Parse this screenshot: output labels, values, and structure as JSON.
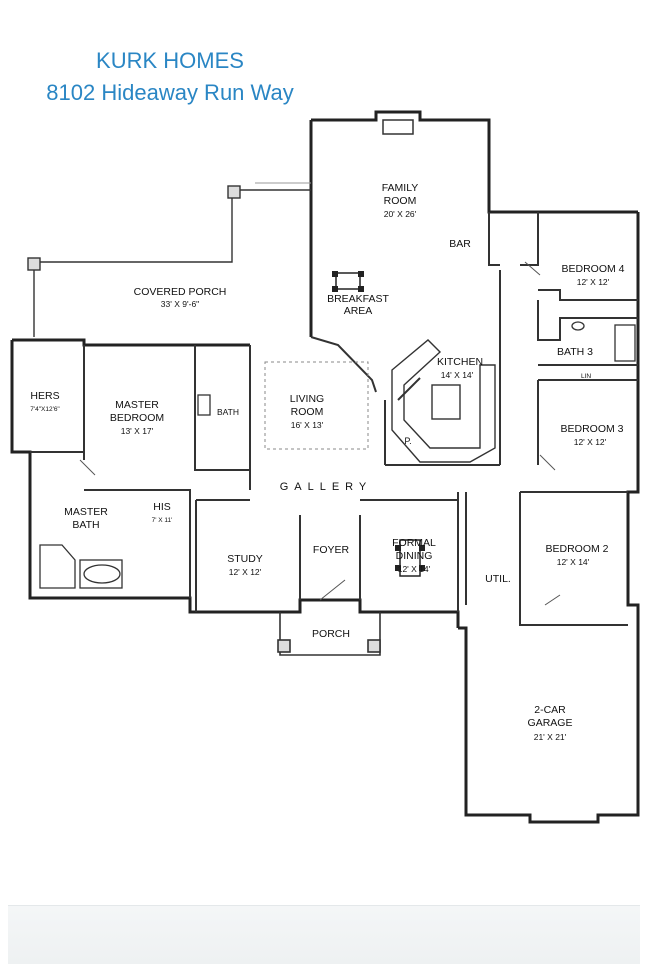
{
  "header": {
    "company": "KURK HOMES",
    "address": "8102 Hideaway Run Way"
  },
  "rooms": {
    "family": {
      "name1": "FAMILY",
      "name2": "ROOM",
      "dim": "20' X 26'"
    },
    "bar": "BAR",
    "bedroom4": {
      "name": "BEDROOM 4",
      "dim": "12' X 12'"
    },
    "covered_porch": {
      "name": "COVERED PORCH",
      "dim": "33' X 9'-6\""
    },
    "breakfast": {
      "name1": "BREAKFAST",
      "name2": "AREA"
    },
    "kitchen": {
      "name": "KITCHEN",
      "dim": "14' X 14'"
    },
    "bath3": "BATH 3",
    "lin": "LIN",
    "hers": {
      "name": "HERS",
      "dim": "7'4\"X12'6\""
    },
    "master_bedroom": {
      "name1": "MASTER",
      "name2": "BEDROOM",
      "dim": "13' X 17'"
    },
    "bath": "BATH",
    "living": {
      "name1": "LIVING",
      "name2": "ROOM",
      "dim": "16' X 13'"
    },
    "pantry": "P.",
    "bedroom3": {
      "name": "BEDROOM 3",
      "dim": "12' X 12'"
    },
    "gallery": "GALLERY",
    "master_bath": {
      "name1": "MASTER",
      "name2": "BATH"
    },
    "his": {
      "name": "HIS",
      "dim": "7' X 11'"
    },
    "study": {
      "name": "STUDY",
      "dim": "12' X 12'"
    },
    "foyer": "FOYER",
    "formal_dining": {
      "name1": "FORMAL",
      "name2": "DINING",
      "dim": "12' X 14'"
    },
    "utility": "UTIL.",
    "bedroom2": {
      "name": "BEDROOM 2",
      "dim": "12' X 14'"
    },
    "porch": "PORCH",
    "garage": {
      "name1": "2-CAR",
      "name2": "GARAGE",
      "dim": "21' X 21'"
    }
  }
}
